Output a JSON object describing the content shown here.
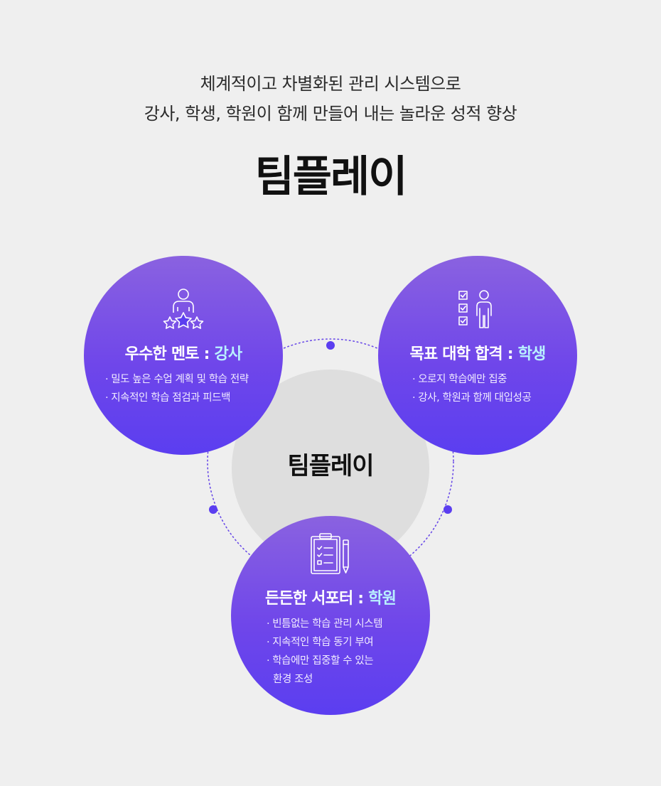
{
  "intro": {
    "line1": "체계적이고 차별화된 관리 시스템으로",
    "line2": "강사, 학생, 학원이 함께 만들어 내는 놀라운 성적 향상"
  },
  "brand": {
    "title": "팀플레이"
  },
  "center": {
    "label": "팀플레이"
  },
  "bubbles": {
    "teacher": {
      "icon": "teacher-stars-icon",
      "title_main": "우수한 멘토 : ",
      "title_highlight": "강사",
      "bullet": "·",
      "points": [
        "밀도 높은 수업 계획 및 학습 전략",
        "지속적인 학습 점검과 피드백"
      ]
    },
    "student": {
      "icon": "checklist-person-icon",
      "title_main": "목표 대학 합격 : ",
      "title_highlight": "학생",
      "bullet": "·",
      "points": [
        "오로지 학습에만 집중",
        "강사, 학원과 함께 대입성공"
      ]
    },
    "academy": {
      "icon": "clipboard-pen-icon",
      "title_main": "든든한 서포터 : ",
      "title_highlight": "학원",
      "bullet": "·",
      "points": [
        "빈틈없는 학습 관리 시스템",
        "지속적인 학습 동기 부여",
        "학습에만 집중할 수 있는",
        "환경 조성"
      ]
    }
  },
  "colors": {
    "background": "#efefef",
    "bubble_gradient_top": "#8a62e0",
    "bubble_gradient_bottom": "#5b3ef0",
    "highlight": "#b9f1ff",
    "dot": "#5b3ef0",
    "center_circle": "#dedede"
  }
}
